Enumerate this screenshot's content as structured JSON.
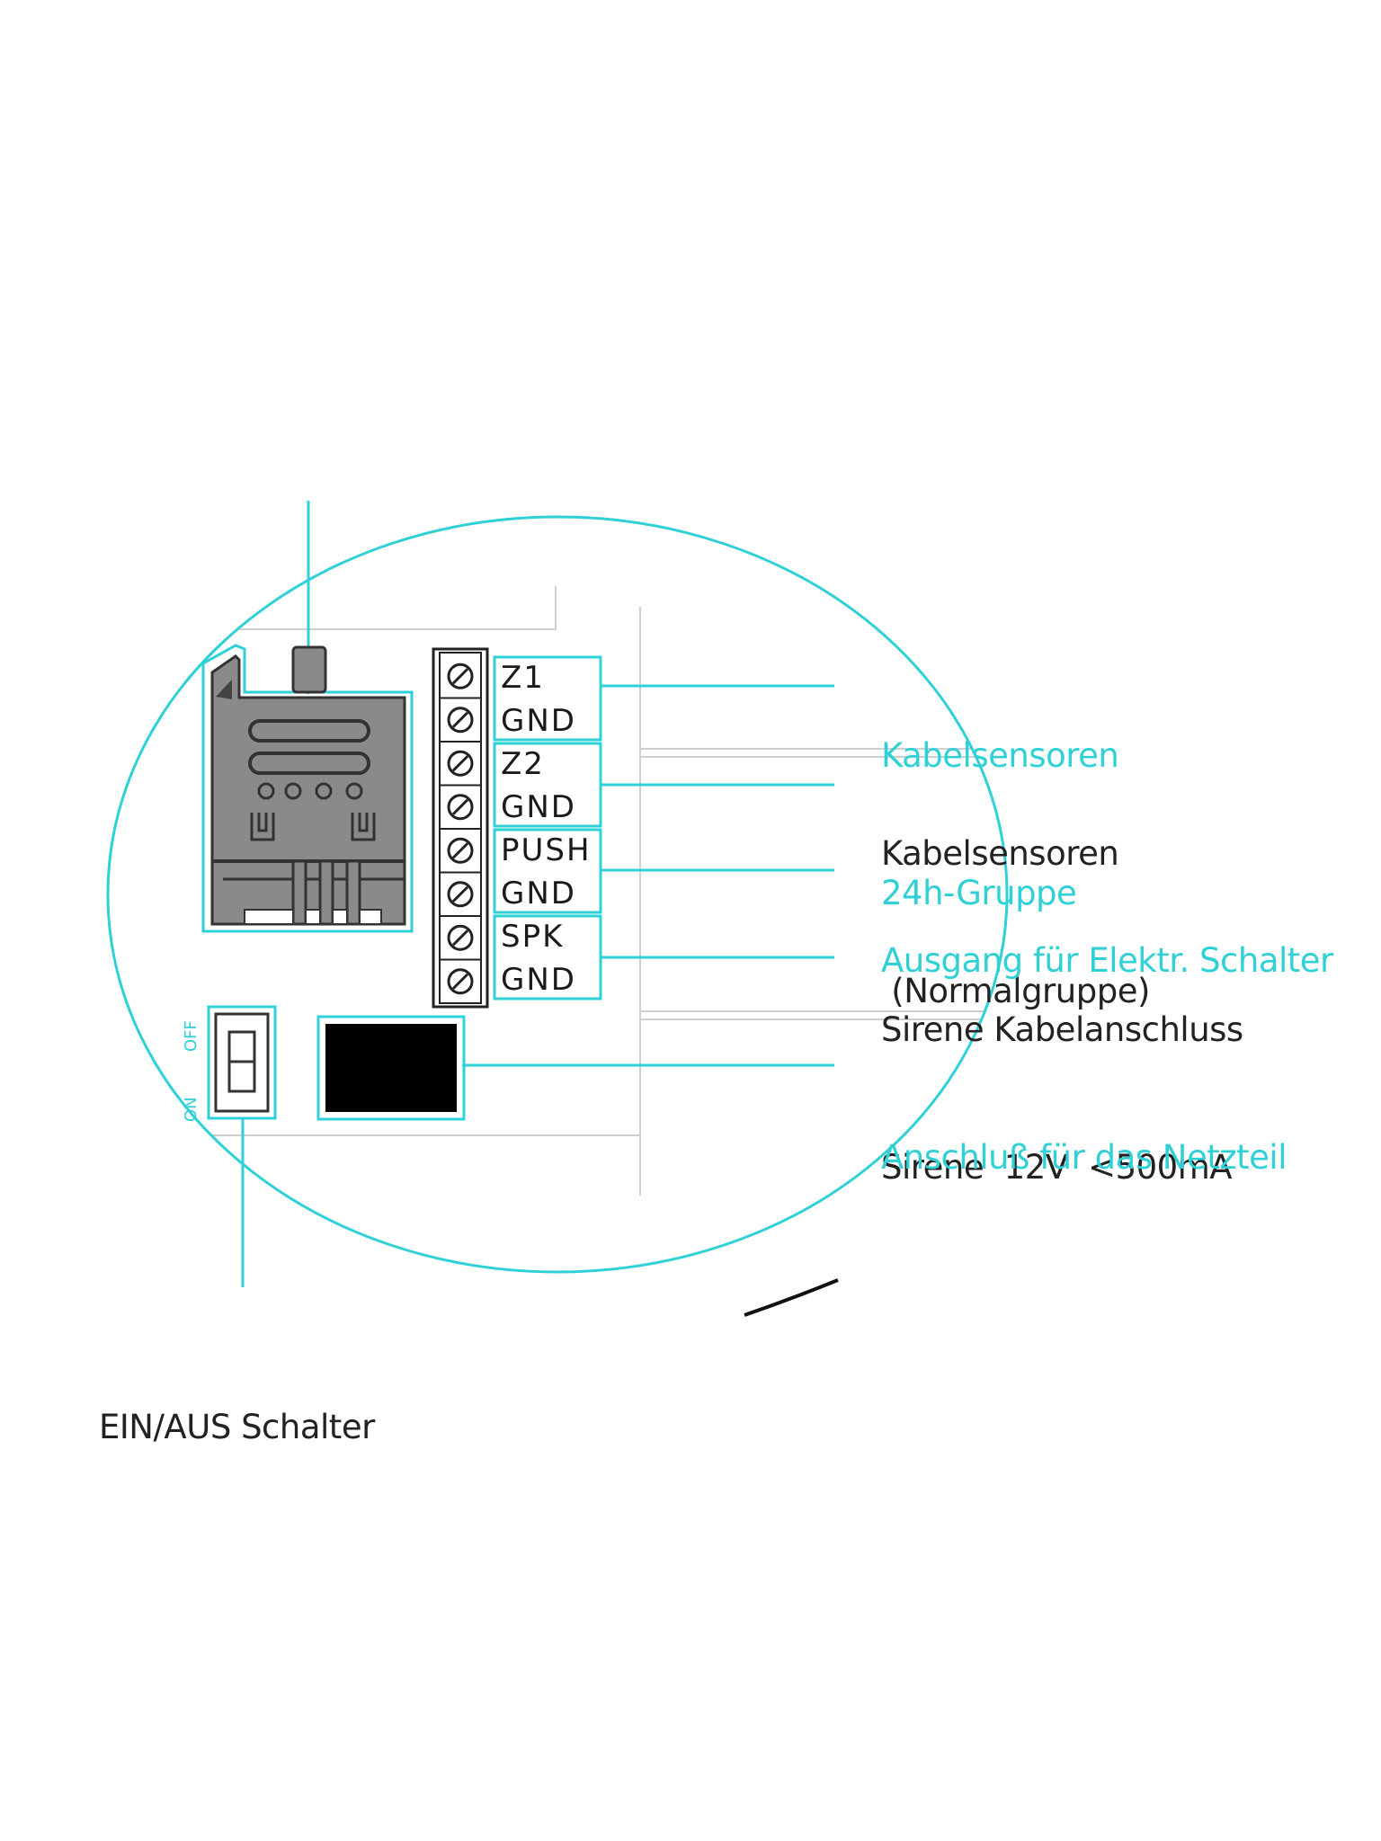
{
  "colors": {
    "accent": "#2fd0d6",
    "text_dark": "#222222",
    "pcb_line": "#cccccc",
    "sim_fill": "#8a8a8a"
  },
  "terminals": [
    {
      "label": "Z1"
    },
    {
      "label": "GND"
    },
    {
      "label": "Z2"
    },
    {
      "label": "GND"
    },
    {
      "label": "PUSH"
    },
    {
      "label": "GND"
    },
    {
      "label": "SPK"
    },
    {
      "label": "GND"
    }
  ],
  "switch": {
    "off_label": "OFF",
    "on_label": "ON"
  },
  "callouts": {
    "z1": {
      "line1": "Kabelsensoren",
      "line2": "24h-Gruppe"
    },
    "z2": {
      "line1": "Kabelsensoren",
      "line2": " (Normalgruppe)"
    },
    "push": {
      "line1": "Ausgang für Elektr. Schalter"
    },
    "spk": {
      "line1": "Sirene Kabelanschluss",
      "line2": "Sirene  12V  <500mA"
    },
    "power": {
      "line1": "Anschluß für das Netzteil"
    },
    "switch": {
      "line1": "EIN/AUS Schalter"
    }
  },
  "icons": [
    "screw-terminal-icon",
    "sim-card-slot-icon",
    "dip-switch-icon",
    "power-jack-icon"
  ]
}
